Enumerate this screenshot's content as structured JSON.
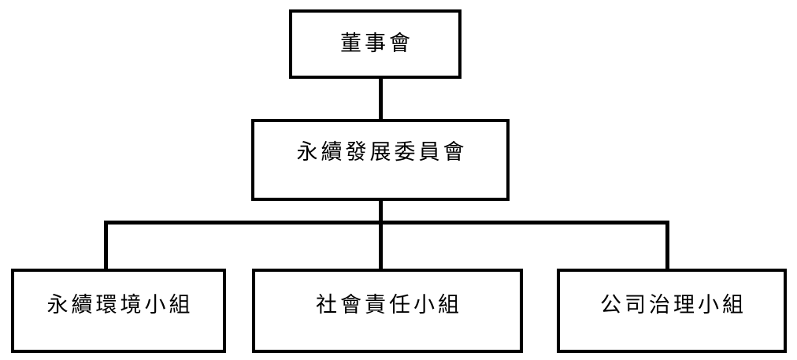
{
  "diagram": {
    "type": "organizational-hierarchy",
    "orientation": "top-down",
    "background_color": "#ffffff",
    "line_color": "#000000",
    "box_border_color": "#000000",
    "box_fill_color": "#ffffff",
    "levels": [
      {
        "level": 1,
        "nodes": [
          {
            "id": "board",
            "label": "董事會"
          }
        ]
      },
      {
        "level": 2,
        "nodes": [
          {
            "id": "committee",
            "label": "永續發展委員會"
          }
        ]
      },
      {
        "level": 3,
        "nodes": [
          {
            "id": "group_env",
            "label": "永續環境小組"
          },
          {
            "id": "group_social",
            "label": "社會責任小組"
          },
          {
            "id": "group_gov",
            "label": "公司治理小組"
          }
        ]
      }
    ],
    "nodes": {
      "board": {
        "label": "董事會"
      },
      "committee": {
        "label": "永續發展委員會"
      },
      "group_env": {
        "label": "永續環境小組"
      },
      "group_social": {
        "label": "社會責任小組"
      },
      "group_gov": {
        "label": "公司治理小組"
      }
    },
    "edges": [
      {
        "from": "board",
        "to": "committee"
      },
      {
        "from": "committee",
        "to": "group_env"
      },
      {
        "from": "committee",
        "to": "group_social"
      },
      {
        "from": "committee",
        "to": "group_gov"
      }
    ]
  }
}
